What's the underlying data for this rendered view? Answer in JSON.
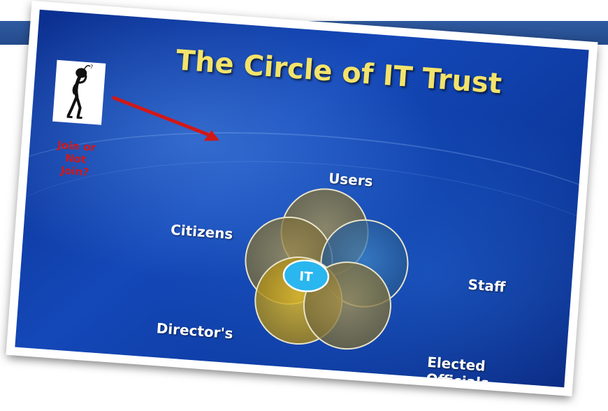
{
  "slide": {
    "title": "The Circle of  IT Trust",
    "join_prompt": [
      "Join or",
      "Not",
      "Join?"
    ],
    "center_label": "IT",
    "labels": {
      "users": "Users",
      "citizens": "Citizens",
      "staff": "Staff",
      "directors": "Director's",
      "elected": [
        "Elected",
        "Officials"
      ]
    },
    "colors": {
      "background": "#1448b8",
      "title": "#f3e36a",
      "join_text": "#d11818",
      "arrow": "#d11818",
      "it_center": "#2ab6ee",
      "circle_gold": "#c9a21a",
      "circle_olive": "#8a7a3a",
      "circle_blue": "#2f6aa8"
    },
    "icons": [
      "thinker-figure-icon",
      "red-arrow-icon"
    ]
  }
}
